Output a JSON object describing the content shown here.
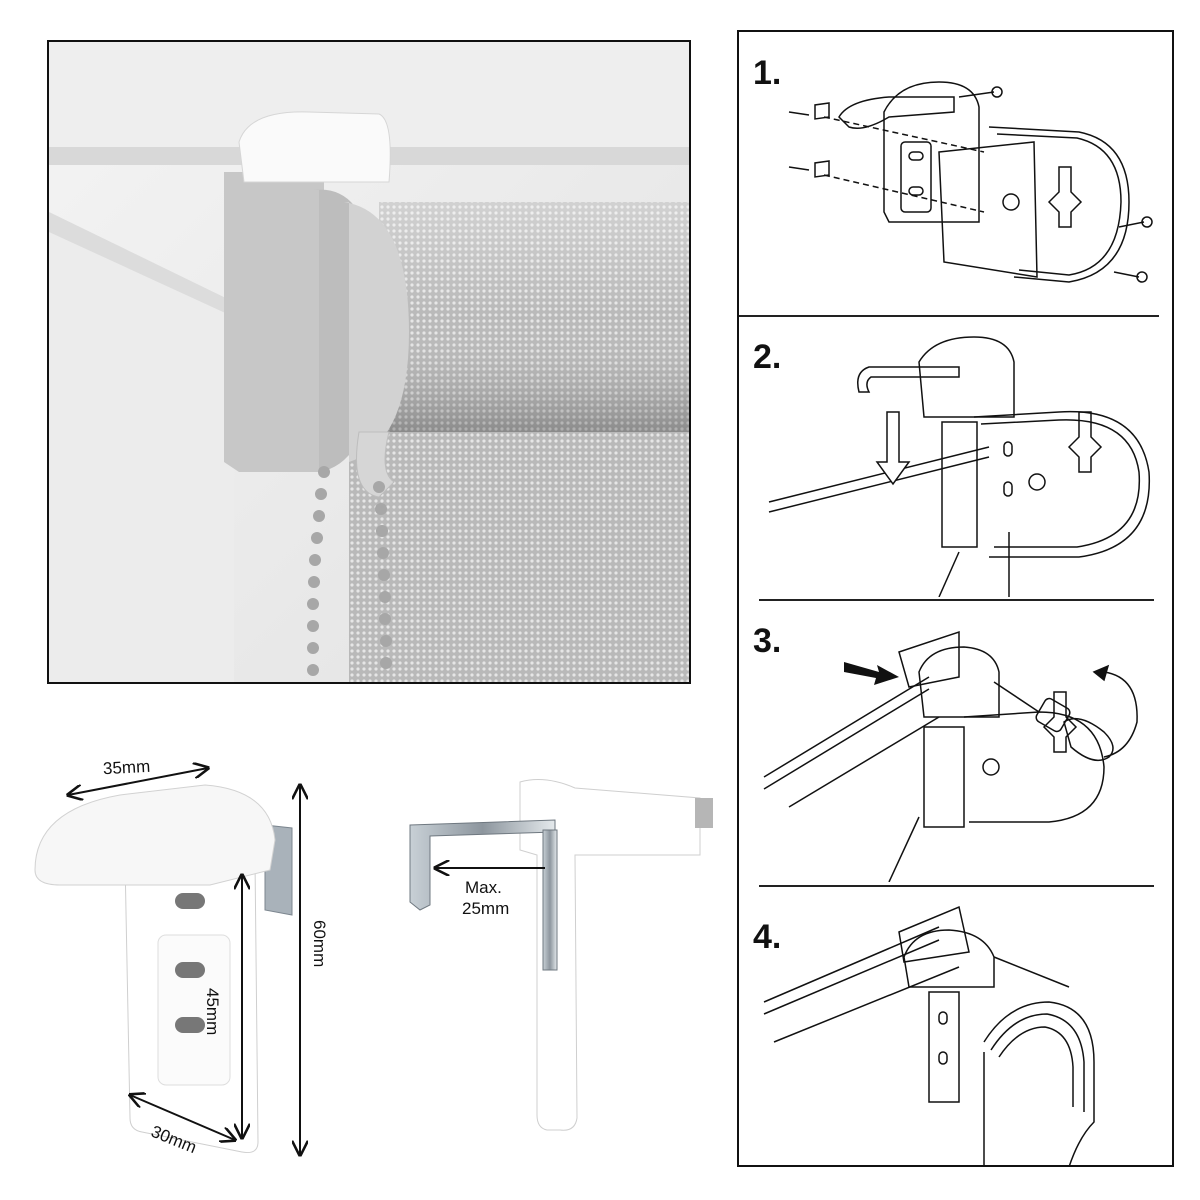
{
  "dimensions": {
    "top_width": "35mm",
    "bottom_width": "30mm",
    "slot_height": "45mm",
    "total_height": "60mm",
    "max_line1": "Max.",
    "max_line2": "25mm"
  },
  "steps": [
    {
      "label": "1."
    },
    {
      "label": "2."
    },
    {
      "label": "3."
    },
    {
      "label": "4."
    }
  ],
  "colors": {
    "line": "#111111",
    "fabric": "#c9c9c9",
    "bracket": "#ffffff",
    "metal": "#a9b2ba"
  }
}
